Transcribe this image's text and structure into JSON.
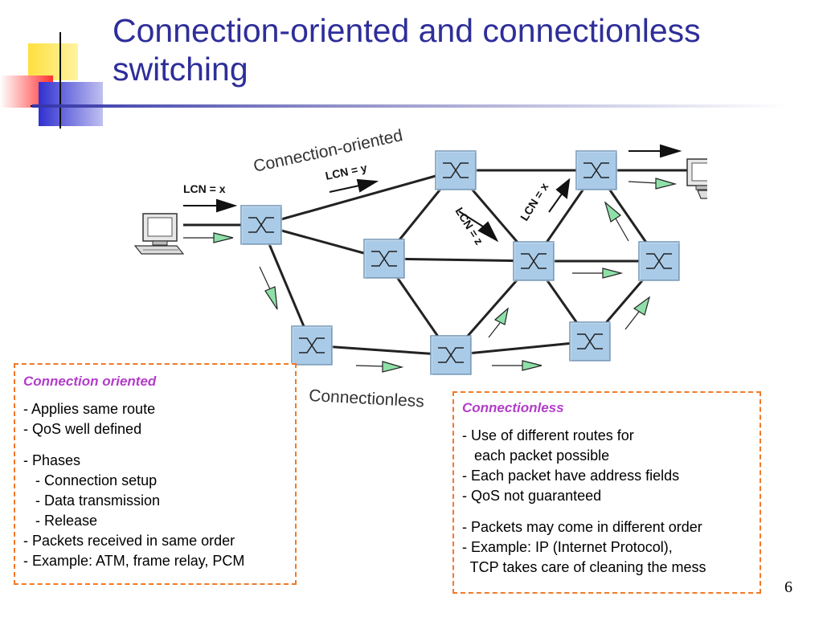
{
  "slide": {
    "title_line1": "Connection-oriented and connectionless",
    "title_line2": "switching",
    "page_number": "6"
  },
  "diagram": {
    "label_connection_oriented": "Connection-oriented",
    "label_connectionless": "Connectionless",
    "lcn_x_left": "LCN = x",
    "lcn_y": "LCN = y",
    "lcn_z": "LCN = z",
    "lcn_x_right": "LCN = x"
  },
  "box_left": {
    "heading": "Connection oriented",
    "lines": [
      "- Applies same route",
      "- QoS well defined",
      "",
      "- Phases",
      "   - Connection setup",
      "   - Data transmission",
      "   - Release",
      "- Packets received in same order",
      "- Example: ATM, frame relay, PCM"
    ]
  },
  "box_right": {
    "heading": "Connectionless",
    "lines": [
      "- Use of different routes for",
      "   each packet possible",
      "- Each packet have address fields",
      "- QoS not guaranteed",
      "",
      "- Packets may come in different order",
      "- Example: IP (Internet Protocol),",
      "  TCP takes care of cleaning the mess"
    ]
  },
  "colors": {
    "title": "#2e2e9a",
    "dashed_border": "#f07a28",
    "box_heading": "#b23dc9",
    "switch_fill": "#a9cbe8",
    "packet_green": "#8fe0a8"
  }
}
